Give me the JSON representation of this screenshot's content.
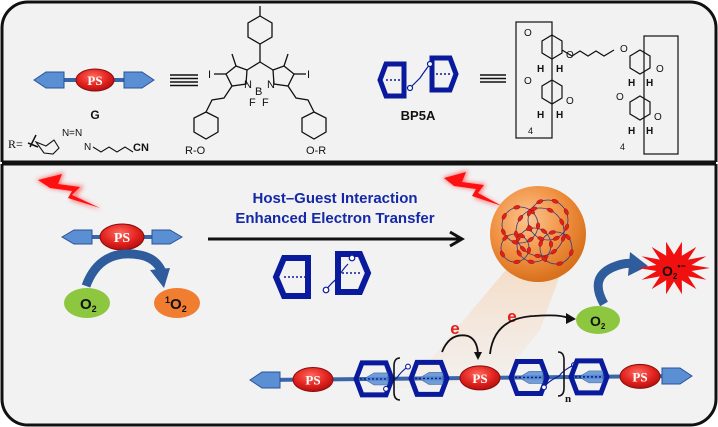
{
  "top_panel": {
    "guest_label": "G",
    "host_label": "BP5A",
    "r_group_prefix": "R=",
    "r_group_cn": "CN",
    "ps_label": "PS",
    "bodipy_atoms": {
      "iodine": "I",
      "nitrogen": "N",
      "boron": "B",
      "fluorine": "F",
      "or_left": "R-O",
      "or_right": "O-R"
    },
    "pillararene": {
      "oxygen": "O",
      "hydrogen": "H",
      "repeat_count": "4"
    },
    "triazole_atoms": {
      "n1": "N",
      "n2": "N",
      "n3": "N"
    }
  },
  "bottom_panel": {
    "arrow_title_line1": "Host–Guest Interaction",
    "arrow_title_line2": "Enhanced Electron Transfer",
    "oxygen_label": "O",
    "oxygen_sub": "2",
    "singlet_oxygen_sup": "1",
    "singlet_oxygen_label": "O",
    "singlet_oxygen_sub": "2",
    "superoxide_label": "O",
    "superoxide_sub": "2",
    "superoxide_sup": "•−",
    "electron_label": "e",
    "repeat_n": "n",
    "ps_label": "PS"
  },
  "colors": {
    "background": "#f2f2f2",
    "border": "#111111",
    "ps_red": "#e0201c",
    "pentagon_blue": "#5b8fd4",
    "host_navy": "#0a1a9c",
    "title_blue": "#1428a8",
    "o2_green": "#8dc63f",
    "singlet_orange": "#f07d30",
    "superoxide_red": "#f01010",
    "curved_arrow_blue": "#2e5c9c",
    "nanoparticle_orange": "#f09a4a",
    "lightning_red": "#ff1010"
  }
}
